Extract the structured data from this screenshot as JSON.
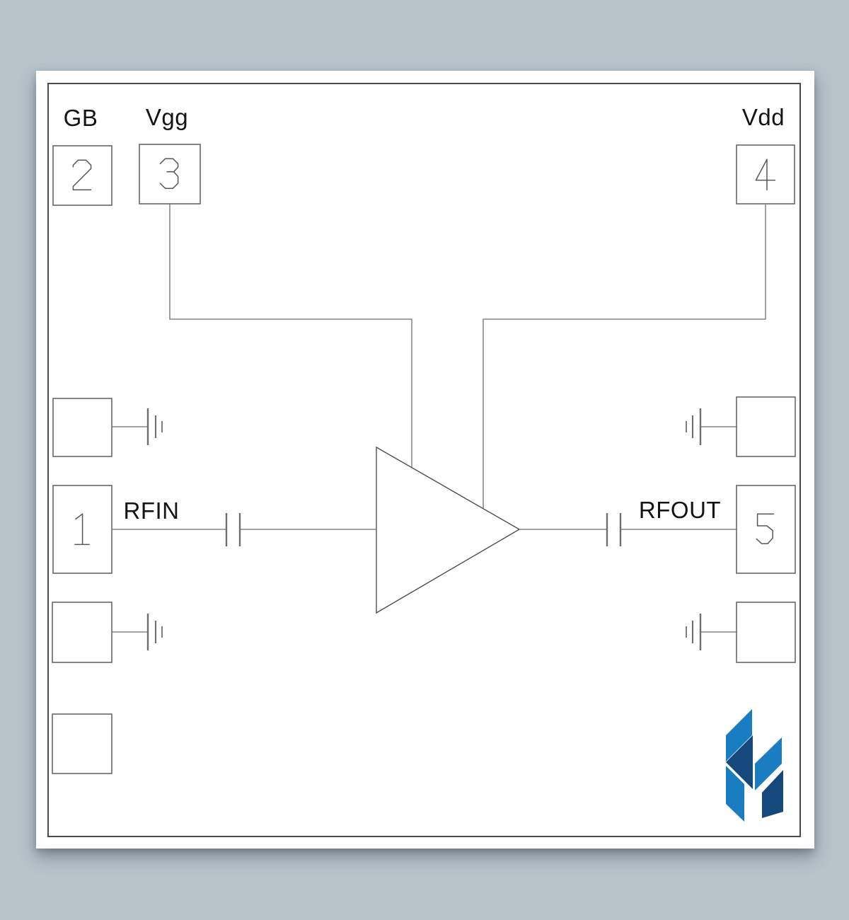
{
  "colors": {
    "background": "#b9c3ca",
    "sheet": "#ffffff",
    "line": "#6f6f6f",
    "border": "#4a4a4a",
    "text": "#141414",
    "logo_light": "#1b7dc1",
    "logo_dark": "#15497b"
  },
  "schematic": {
    "pins": {
      "pin1": {
        "number": "1",
        "signal": "RFIN"
      },
      "pin2": {
        "number": "2",
        "signal": "GB"
      },
      "pin3": {
        "number": "3",
        "signal": "Vgg"
      },
      "pin4": {
        "number": "4",
        "signal": "Vdd"
      },
      "pin5": {
        "number": "5",
        "signal": "RFOUT"
      }
    },
    "symbols": {
      "amplifier": "amplifier-triangle",
      "capacitor": "dc-block-capacitor",
      "ground": "ground-symbol",
      "logo": "blue-parallelogram-monogram"
    }
  }
}
